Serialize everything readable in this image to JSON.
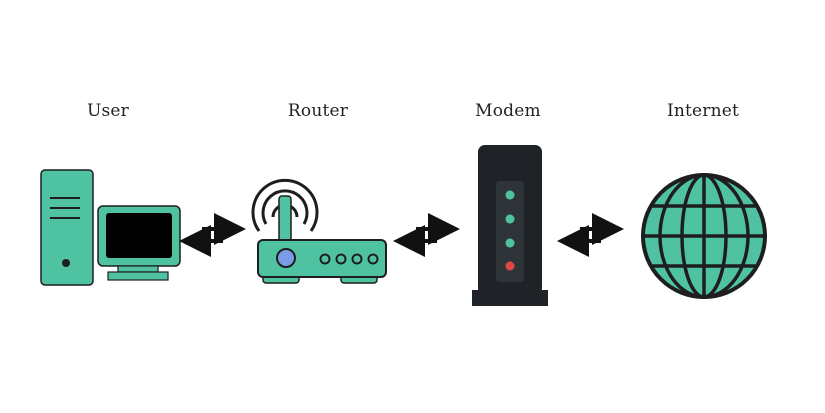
{
  "nodes": [
    {
      "id": "user",
      "label": "User",
      "icon": "computer-icon"
    },
    {
      "id": "router",
      "label": "Router",
      "icon": "router-icon"
    },
    {
      "id": "modem",
      "label": "Modem",
      "icon": "modem-icon"
    },
    {
      "id": "internet",
      "label": "Internet",
      "icon": "globe-icon"
    }
  ],
  "connections": [
    {
      "from": "user",
      "to": "router",
      "direction": "bidirectional"
    },
    {
      "from": "router",
      "to": "modem",
      "direction": "bidirectional"
    },
    {
      "from": "modem",
      "to": "internet",
      "direction": "bidirectional"
    }
  ],
  "colors": {
    "accent": "#4fc3a1",
    "outline": "#1e1e1e",
    "screen": "#000000",
    "modem_body": "#1f2327",
    "led_green": "#4fc3a1",
    "led_red": "#e04848"
  }
}
